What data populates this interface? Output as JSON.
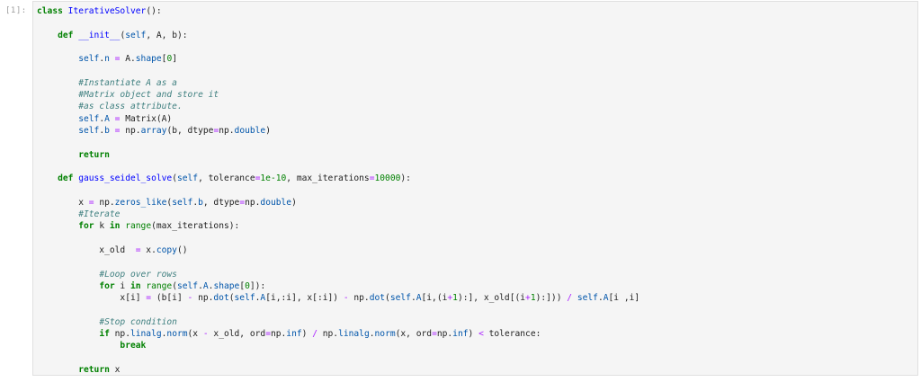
{
  "cell": {
    "prompt": "[1]:",
    "execution_count": 1,
    "language": "python",
    "lines": [
      "class IterativeSolver():",
      "",
      "    def __init__(self, A, b):",
      "",
      "        self.n = A.shape[0]",
      "",
      "        #Instantiate A as a",
      "        #Matrix object and store it",
      "        #as class attribute.",
      "        self.A = Matrix(A)",
      "        self.b = np.array(b, dtype=np.double)",
      "",
      "        return",
      "",
      "    def gauss_seidel_solve(self, tolerance=1e-10, max_iterations=10000):",
      "",
      "        x = np.zeros_like(self.b, dtype=np.double)",
      "        #Iterate",
      "        for k in range(max_iterations):",
      "",
      "            x_old  = x.copy()",
      "",
      "            #Loop over rows",
      "            for i in range(self.A.shape[0]):",
      "                x[i] = (b[i] - np.dot(self.A[i,:i], x[:i]) - np.dot(self.A[i,(i+1):], x_old[(i+1):])) / self.A[i ,i]",
      "",
      "            #Stop condition",
      "            if np.linalg.norm(x - x_old, ord=np.inf) / np.linalg.norm(x, ord=np.inf) < tolerance:",
      "                break",
      "",
      "        return x"
    ]
  },
  "colors": {
    "cell_background": "#f5f5f5",
    "cell_border": "#e0e0e0",
    "keyword": "#008000",
    "comment": "#408080",
    "operator": "#aa22ff",
    "name": "#0055aa",
    "prompt": "#9e9e9e"
  }
}
